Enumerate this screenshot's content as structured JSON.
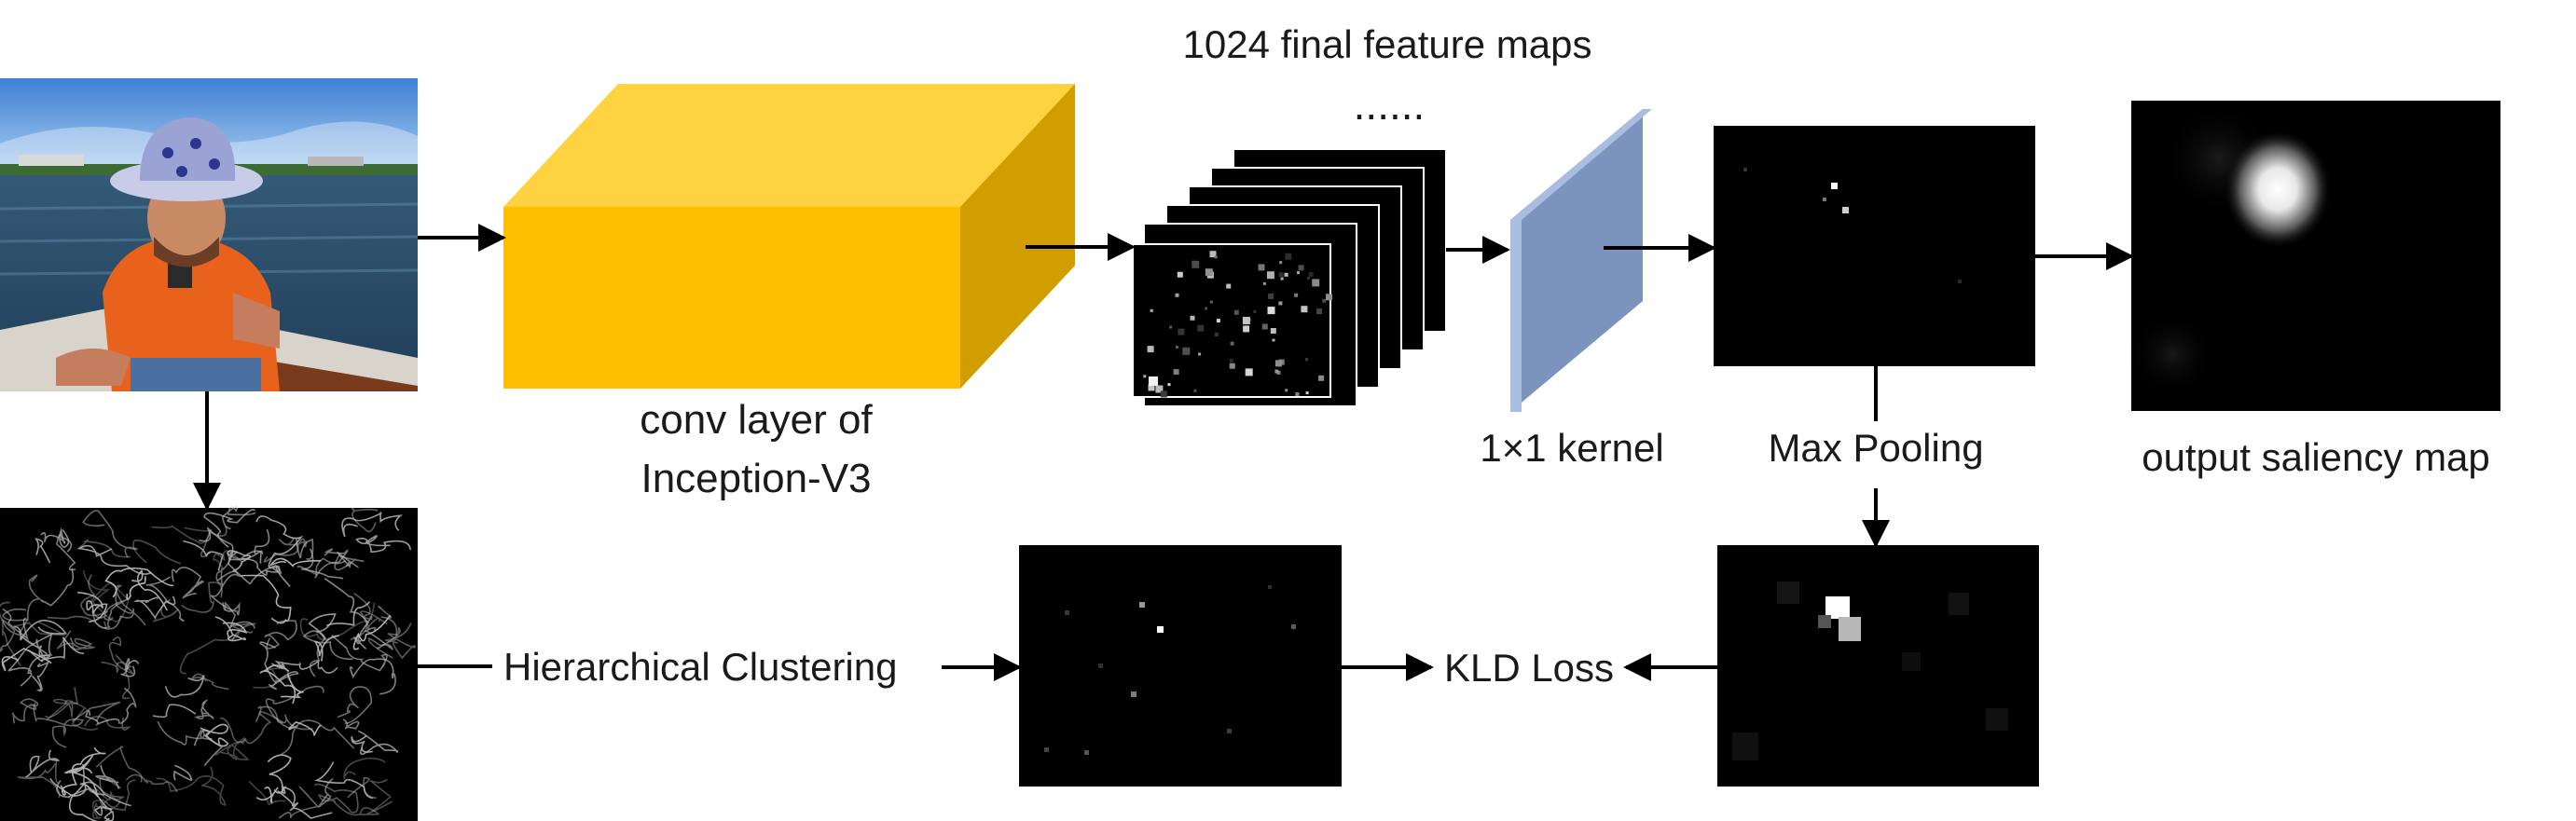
{
  "labels": {
    "feature_maps_count": "1024 final feature maps",
    "ellipsis": "......",
    "conv_layer_line1": "conv layer of",
    "conv_layer_line2": "Inception-V3",
    "kernel": "1×1 kernel",
    "max_pooling": "Max Pooling",
    "output": "output saliency map",
    "clustering": "Hierarchical Clustering",
    "loss": "KLD Loss"
  },
  "colors": {
    "background": "#ffffff",
    "arrow": "#000000",
    "text": "#1a1a1a",
    "block_front": "#fdbf00",
    "block_top": "#ffd23f",
    "block_side": "#d19e00",
    "kernel_front": "#7b93bd",
    "kernel_edge": "#a9bde0",
    "map_background": "#000000"
  },
  "icons": {
    "input_photo": "photo-of-man-on-boat-icon",
    "fixation_traces": "eye-fixation-scanpath-icon"
  }
}
